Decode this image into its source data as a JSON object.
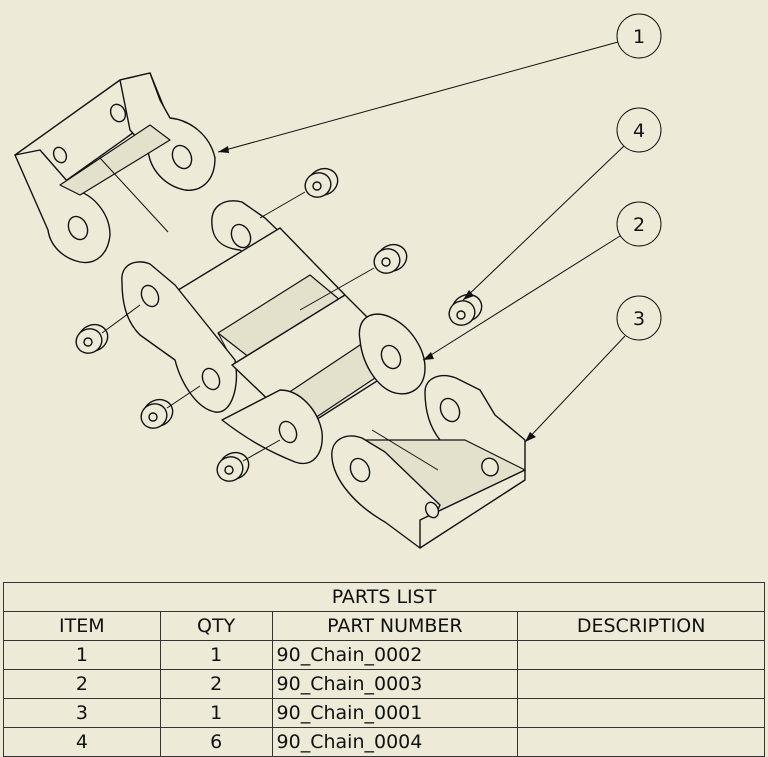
{
  "balloons": [
    {
      "number": "1"
    },
    {
      "number": "4"
    },
    {
      "number": "2"
    },
    {
      "number": "3"
    }
  ],
  "parts_list": {
    "title": "PARTS LIST",
    "headers": [
      "ITEM",
      "QTY",
      "PART NUMBER",
      "DESCRIPTION"
    ],
    "rows": [
      {
        "item": "1",
        "qty": "1",
        "part_number": "90_Chain_0002",
        "description": ""
      },
      {
        "item": "2",
        "qty": "2",
        "part_number": "90_Chain_0003",
        "description": ""
      },
      {
        "item": "3",
        "qty": "1",
        "part_number": "90_Chain_0001",
        "description": ""
      },
      {
        "item": "4",
        "qty": "6",
        "part_number": "90_Chain_0004",
        "description": ""
      }
    ]
  }
}
